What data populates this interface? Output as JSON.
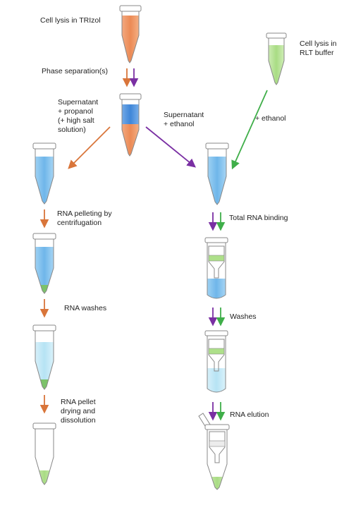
{
  "labels": {
    "trizol_lysis": "Cell lysis in TRIzol",
    "phase_separation": "Phase separation(s)",
    "supernatant_propanol": "Supernatant\n+ propanol\n(+ high salt\nsolution)",
    "supernatant_ethanol": "Supernatant\n+ ethanol",
    "rlt_lysis": "Cell lysis in\nRLT buffer",
    "plus_ethanol": "+ ethanol",
    "rna_pelleting": "RNA pelleting by\ncentrifugation",
    "total_rna_binding": "Total RNA binding",
    "rna_washes": "RNA washes",
    "washes": "Washes",
    "pellet_drying": "RNA pellet\ndrying and\ndissolution",
    "rna_elution": "RNA elution"
  },
  "colors": {
    "trizol_route": "#d9753a",
    "column_route": "#7a2fa3",
    "rlt_route": "#3fae49",
    "tube_outline": "#888888",
    "trizol_liquid": "#f0915c",
    "aqueous_phase": "#4f95e0",
    "blue_liquid": "#7fc0ee",
    "light_blue_liquid": "#bfe6f5",
    "green_liquid": "#aee08a",
    "pellet": "#7cc26a"
  }
}
